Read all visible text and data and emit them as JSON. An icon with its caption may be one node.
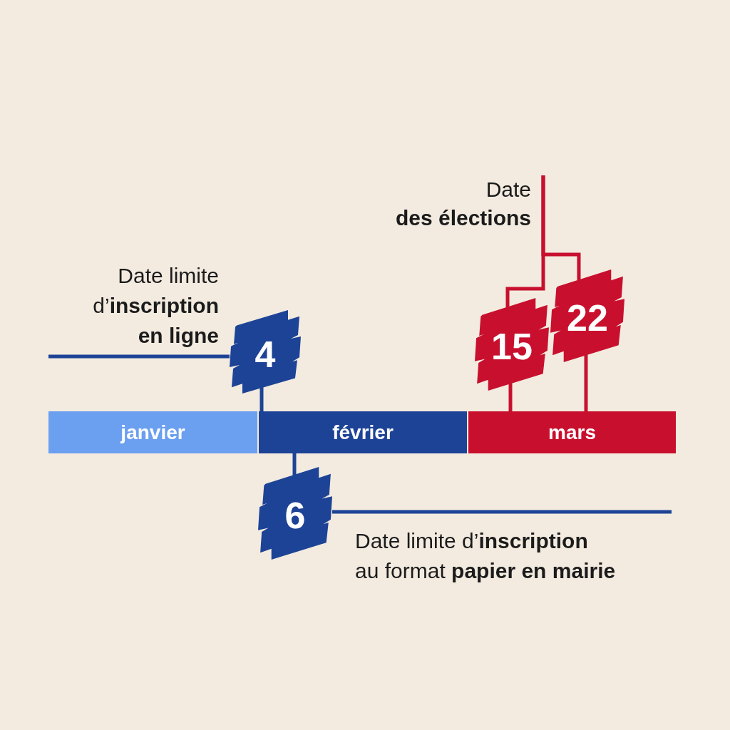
{
  "diagram": {
    "nodes": [
      {
        "text": [
          "Date **des élections**"
        ]
      },
      {
        "text": [
          "4"
        ],
        "beside": [
          "Date limite d’**inscription en ligne**"
        ]
      },
      {
        "text": [
          "15"
        ]
      },
      {
        "text": [
          "22"
        ]
      },
      {
        "text": [
          "janvier"
        ]
      },
      {
        "text": [
          "février"
        ]
      },
      {
        "text": [
          "mars"
        ]
      },
      {
        "text": [
          "6"
        ],
        "beside": [
          "Date limite d’**inscription** au format **papier en mairie**"
        ]
      }
    ],
    "edges": [
      {
        "from": null,
        "to": 1,
        "arrow": "none"
      },
      {
        "from": 1,
        "to": 5,
        "arrow": "none"
      },
      {
        "from": 0,
        "to": 2,
        "arrow": "none",
        "color": "#c8102e"
      },
      {
        "from": 0,
        "to": 3,
        "arrow": "none",
        "color": "#c8102e"
      },
      {
        "from": 2,
        "to": 6,
        "arrow": "none",
        "color": "#c8102e"
      },
      {
        "from": 3,
        "to": 6,
        "arrow": "none",
        "color": "#c8102e"
      },
      {
        "from": 5,
        "to": 7,
        "arrow": "none"
      },
      {
        "from": 7,
        "to": null,
        "arrow": "none"
      }
    ]
  }
}
